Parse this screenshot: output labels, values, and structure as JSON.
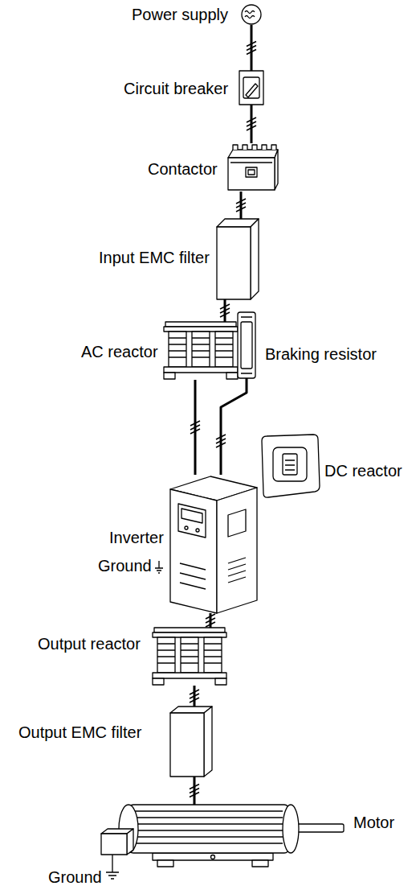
{
  "diagram": {
    "nodes": [
      {
        "text": [
          "Power supply"
        ]
      },
      {
        "text": [
          "Circuit breaker"
        ]
      },
      {
        "text": [
          "Contactor"
        ]
      },
      {
        "text": [
          "Input EMC filter"
        ]
      },
      {
        "text": [
          "AC reactor"
        ]
      },
      {
        "text": [
          "Braking resistor"
        ]
      },
      {
        "text": [
          "DC reactor"
        ]
      },
      {
        "text": [
          "Inverter"
        ]
      },
      {
        "text": [
          "Output reactor"
        ]
      },
      {
        "text": [
          "Output EMC filter"
        ]
      },
      {
        "text": [
          "Motor"
        ]
      }
    ],
    "edges": [
      {
        "from": 0,
        "to": 1,
        "arrow": "none"
      },
      {
        "from": 1,
        "to": 2,
        "arrow": "none"
      },
      {
        "from": 2,
        "to": 3,
        "arrow": "none"
      },
      {
        "from": 3,
        "to": 4,
        "arrow": "none"
      },
      {
        "from": 4,
        "to": 7,
        "arrow": "none"
      },
      {
        "from": 5,
        "to": 7,
        "arrow": "none"
      },
      {
        "from": 7,
        "to": 8,
        "arrow": "none"
      },
      {
        "from": 8,
        "to": 9,
        "arrow": "none"
      },
      {
        "from": 9,
        "to": 10,
        "arrow": "none"
      }
    ],
    "labels": [
      "Ground",
      "Ground"
    ]
  }
}
